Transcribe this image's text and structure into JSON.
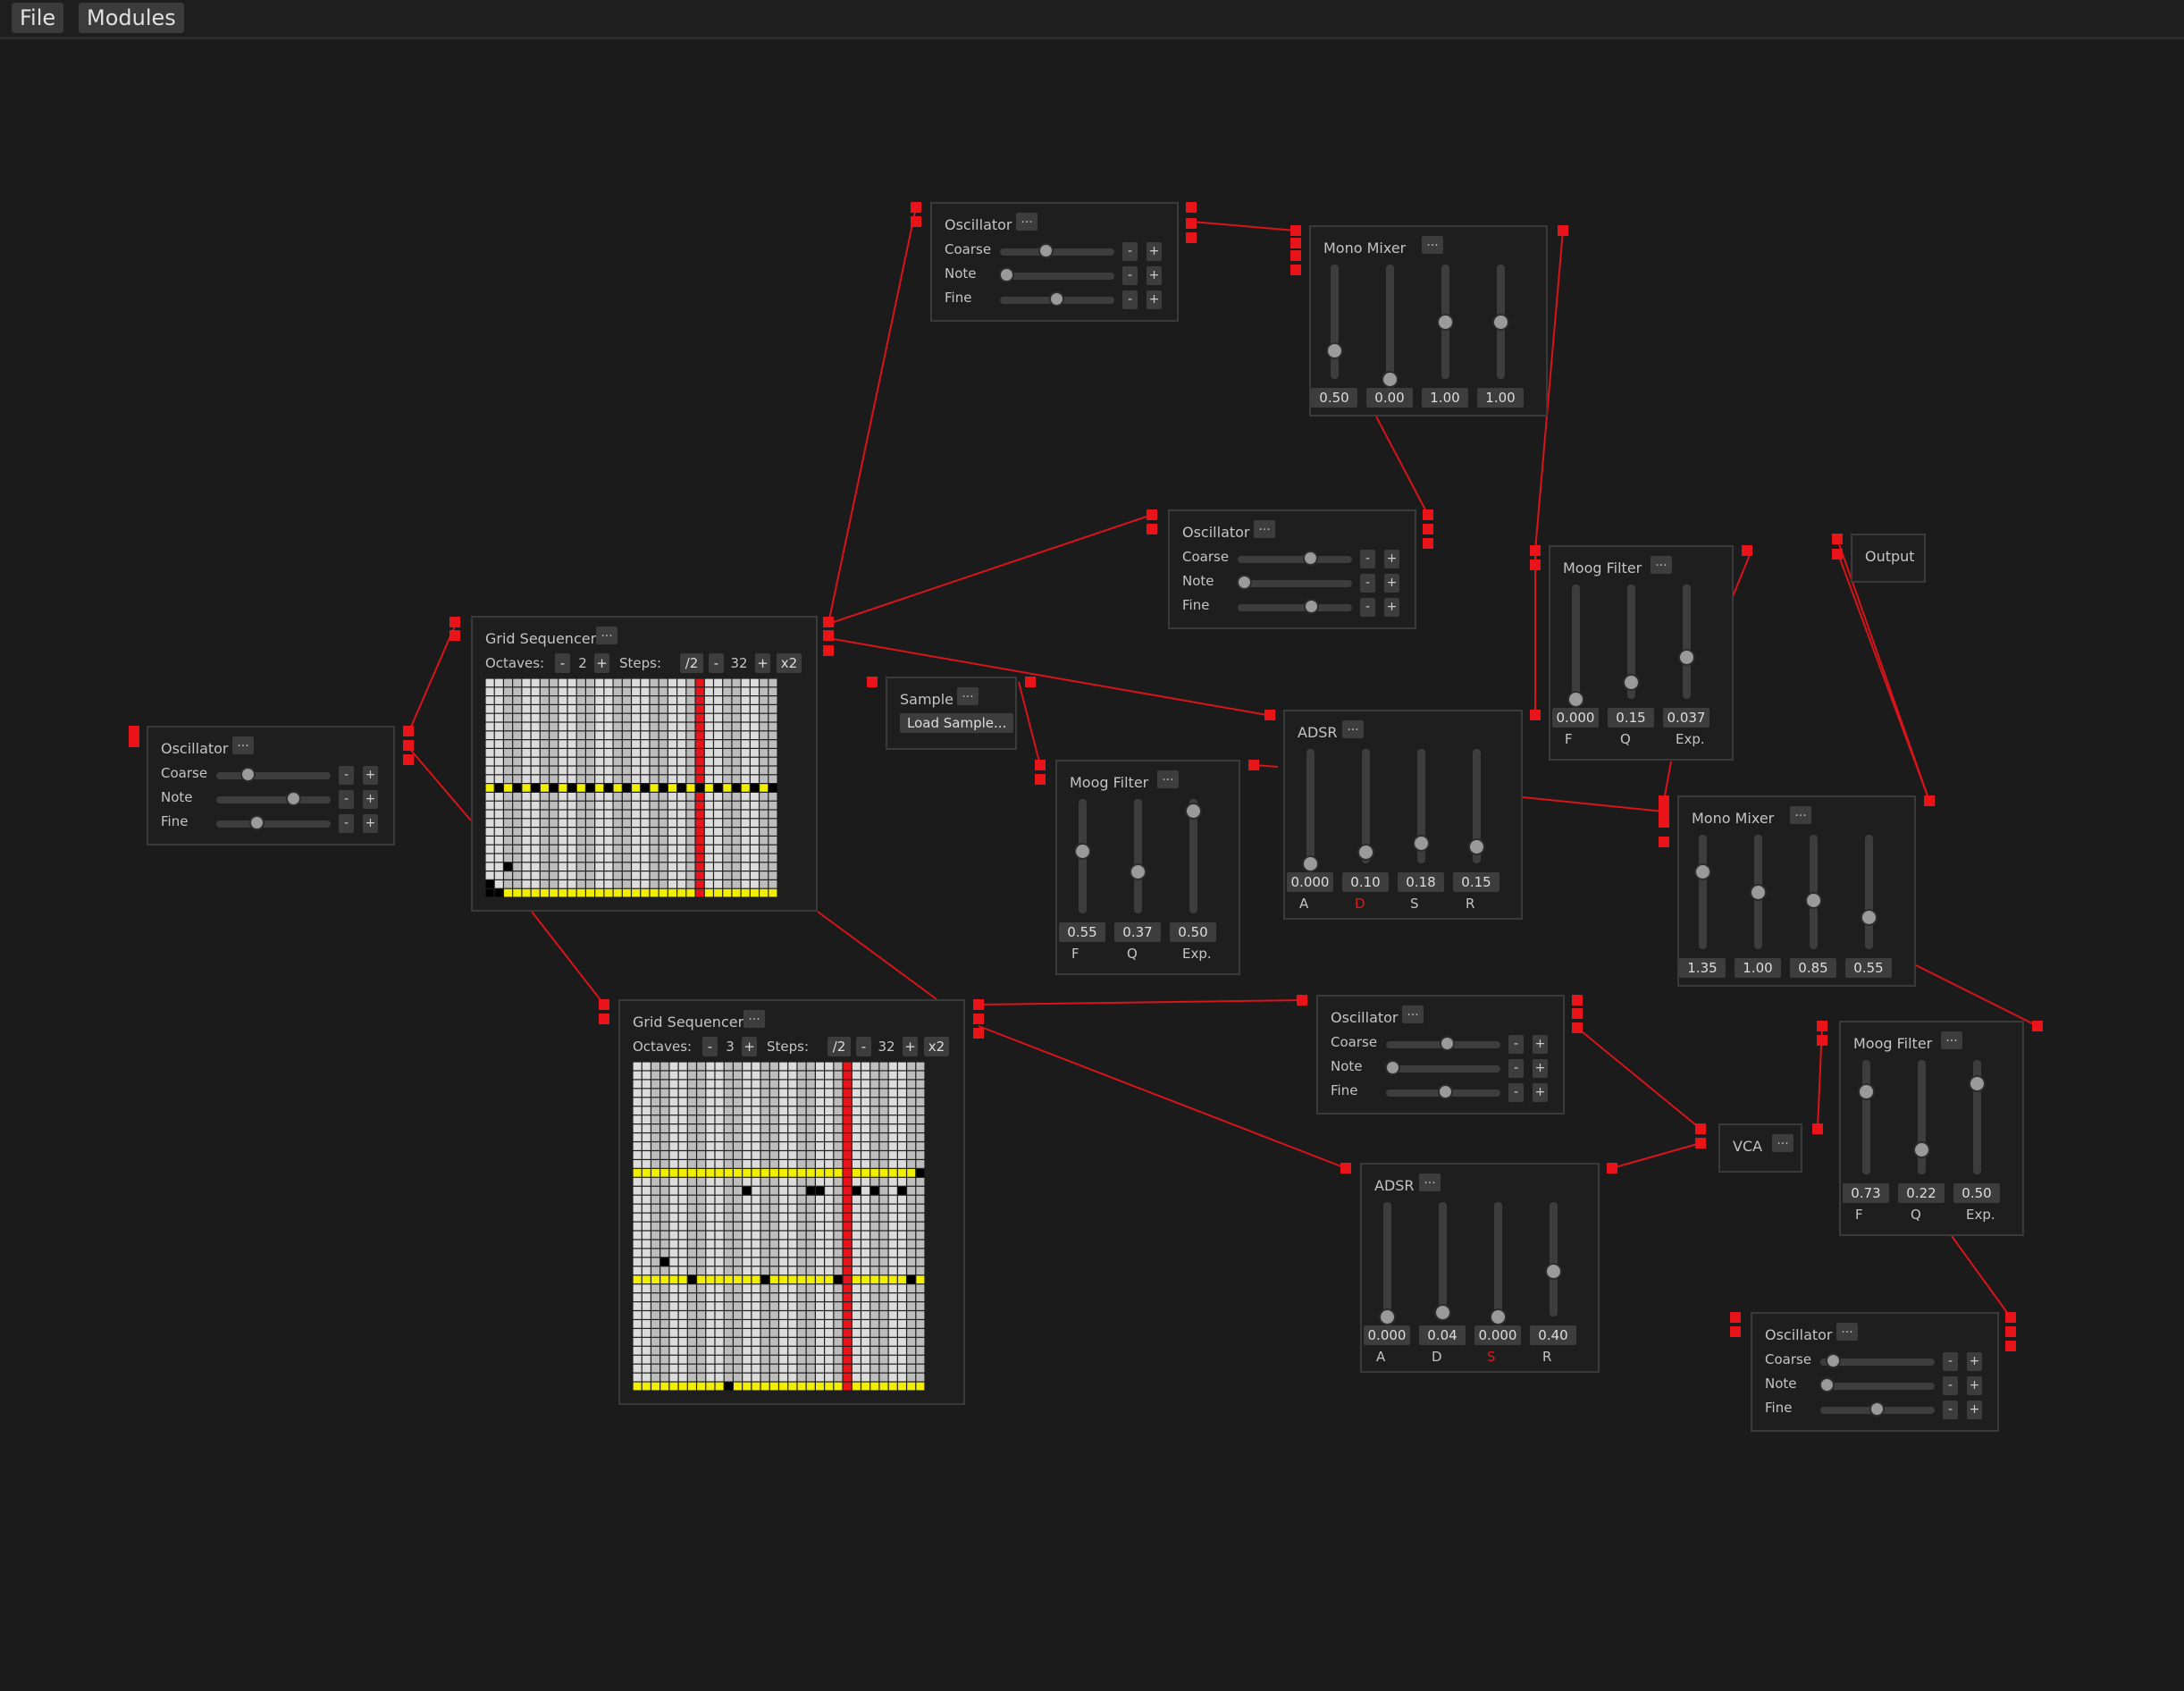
{
  "menu": {
    "file": "File",
    "modules": "Modules"
  },
  "dots_label": "...",
  "minus": "-",
  "plus": "+",
  "grid_sequencers": [
    {
      "title": "Grid Sequencer",
      "octaves_label": "Octaves:",
      "octaves": "2",
      "steps_label": "Steps:",
      "steps": "32",
      "half_label": "/2",
      "double_label": "x2",
      "cols": 32,
      "rows": 25,
      "playhead_col": 23,
      "yellow_rows": [
        12,
        24
      ],
      "notes": [
        [
          0,
          23
        ],
        [
          1,
          12
        ],
        [
          3,
          12
        ],
        [
          5,
          12
        ],
        [
          7,
          12
        ],
        [
          9,
          12
        ],
        [
          11,
          12
        ],
        [
          13,
          12
        ],
        [
          15,
          12
        ],
        [
          17,
          12
        ],
        [
          19,
          12
        ],
        [
          21,
          12
        ],
        [
          23,
          12
        ],
        [
          25,
          12
        ],
        [
          27,
          12
        ],
        [
          29,
          12
        ],
        [
          31,
          12
        ],
        [
          2,
          21
        ],
        [
          0,
          24
        ],
        [
          1,
          24
        ]
      ]
    },
    {
      "title": "Grid Sequencer",
      "octaves_label": "Octaves:",
      "octaves": "3",
      "steps_label": "Steps:",
      "steps": "32",
      "half_label": "/2",
      "double_label": "x2",
      "cols": 32,
      "rows": 37,
      "playhead_col": 23,
      "yellow_rows": [
        12,
        24,
        36
      ],
      "notes": [
        [
          31,
          12
        ],
        [
          12,
          14
        ],
        [
          19,
          14
        ],
        [
          20,
          14
        ],
        [
          24,
          14
        ],
        [
          26,
          14
        ],
        [
          29,
          14
        ],
        [
          3,
          22
        ],
        [
          6,
          24
        ],
        [
          14,
          24
        ],
        [
          22,
          24
        ],
        [
          30,
          24
        ],
        [
          10,
          36
        ]
      ]
    }
  ],
  "oscillators": [
    {
      "title": "Oscillator",
      "coarse_label": "Coarse",
      "note_label": "Note",
      "fine_label": "Fine",
      "coarse": 0.28,
      "note": 0.68,
      "fine": 0.36
    },
    {
      "title": "Oscillator",
      "coarse_label": "Coarse",
      "note_label": "Note",
      "fine_label": "Fine",
      "coarse": 0.41,
      "note": 0.06,
      "fine": 0.5
    },
    {
      "title": "Oscillator",
      "coarse_label": "Coarse",
      "note_label": "Note",
      "fine_label": "Fine",
      "coarse": 0.64,
      "note": 0.06,
      "fine": 0.65
    },
    {
      "title": "Oscillator",
      "coarse_label": "Coarse",
      "note_label": "Note",
      "fine_label": "Fine",
      "coarse": 0.54,
      "note": 0.06,
      "fine": 0.52
    },
    {
      "title": "Oscillator",
      "coarse_label": "Coarse",
      "note_label": "Note",
      "fine_label": "Fine",
      "coarse": 0.12,
      "note": 0.06,
      "fine": 0.5
    }
  ],
  "mixers": [
    {
      "title": "Mono Mixer",
      "values": [
        "0.50",
        "0.00",
        "1.00",
        "1.00"
      ],
      "levels": [
        0.25,
        0.0,
        0.5,
        0.5
      ]
    },
    {
      "title": "Mono Mixer",
      "values": [
        "1.35",
        "1.00",
        "0.85",
        "0.55"
      ],
      "levels": [
        0.68,
        0.5,
        0.43,
        0.28
      ]
    }
  ],
  "moog_filters": [
    {
      "title": "Moog Filter",
      "values": [
        "0.000",
        "0.15",
        "0.037"
      ],
      "labels": [
        "F",
        "Q",
        "Exp."
      ],
      "levels": [
        0.0,
        0.15,
        0.37
      ]
    },
    {
      "title": "Moog Filter",
      "values": [
        "0.55",
        "0.37",
        "0.50"
      ],
      "labels": [
        "F",
        "Q",
        "Exp."
      ],
      "levels": [
        0.55,
        0.37,
        0.9
      ]
    },
    {
      "title": "Moog Filter",
      "values": [
        "0.73",
        "0.22",
        "0.50"
      ],
      "labels": [
        "F",
        "Q",
        "Exp."
      ],
      "levels": [
        0.73,
        0.22,
        0.8
      ]
    }
  ],
  "adsrs": [
    {
      "title": "ADSR",
      "values": [
        "0.000",
        "0.10",
        "0.18",
        "0.15"
      ],
      "labels": [
        "A",
        "D",
        "S",
        "R"
      ],
      "levels": [
        0.0,
        0.1,
        0.18,
        0.15
      ],
      "active": 1
    },
    {
      "title": "ADSR",
      "values": [
        "0.000",
        "0.04",
        "0.000",
        "0.40"
      ],
      "labels": [
        "A",
        "D",
        "S",
        "R"
      ],
      "levels": [
        0.0,
        0.04,
        0.0,
        0.4
      ],
      "active": 2
    }
  ],
  "sample": {
    "title": "Sample",
    "load_label": "Load Sample..."
  },
  "output": {
    "title": "Output"
  },
  "vca": {
    "title": "VCA"
  },
  "colors": {
    "port": "#e8141a",
    "wire": "#d8141a",
    "yellow": "#f2ee00",
    "playhead": "#e8141a",
    "cell": "#dcdcdc",
    "note": "#000000"
  }
}
